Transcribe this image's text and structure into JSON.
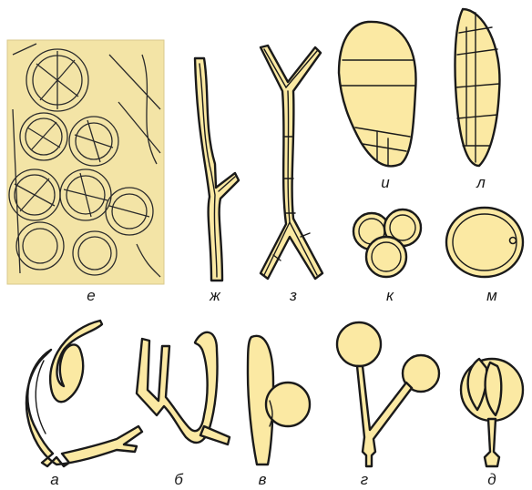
{
  "figure": {
    "labels": {
      "e": "е",
      "zh": "ж",
      "z": "з",
      "i": "и",
      "l": "л",
      "k": "к",
      "m": "м",
      "a": "а",
      "b": "б",
      "v": "в",
      "g": "г",
      "d": "д"
    }
  },
  "colors": {
    "fill": "#fbe9a3",
    "outline": "#1a1a1a",
    "photo_background": "#f3e4a6"
  }
}
